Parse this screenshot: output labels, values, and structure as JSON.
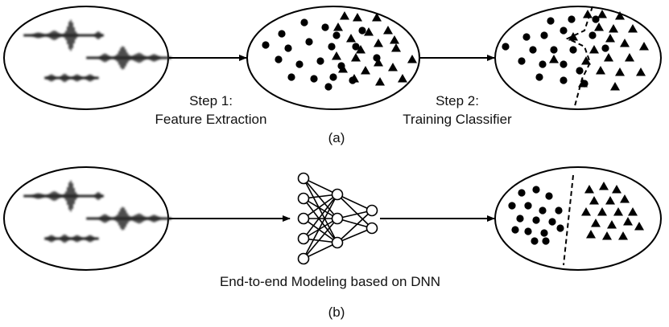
{
  "panel_a": {
    "step1": {
      "line1": "Step 1:",
      "line2": "Feature Extraction"
    },
    "step2": {
      "line1": "Step 2:",
      "line2": "Training Classifier"
    },
    "caption": "(a)"
  },
  "panel_b": {
    "caption_text": "End-to-end Modeling based on DNN",
    "caption": "(b)"
  },
  "colors": {
    "ink": "#000000",
    "background": "#ffffff"
  }
}
